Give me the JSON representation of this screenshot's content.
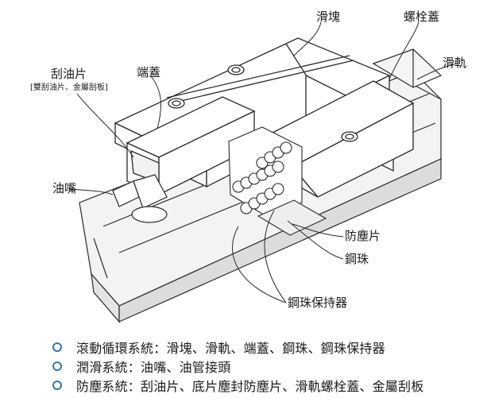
{
  "callouts": {
    "slider_block": "滑塊",
    "bolt_cap": "螺栓蓋",
    "rail": "滑軌",
    "scraper": "刮油片",
    "scraper_note": "[雙刮油片、金屬刮板]",
    "end_cap": "端蓋",
    "grease_nipple": "油嘴",
    "dust_seal": "防塵片",
    "steel_ball": "鋼珠",
    "ball_retainer": "鋼珠保持器"
  },
  "legend": [
    {
      "text": "滾動循環系統：滑塊、滑軌、端蓋、鋼珠、鋼珠保持器"
    },
    {
      "text": "潤滑系統：油嘴、油管接頭"
    },
    {
      "text": "防塵系統：刮油片、底片塵封防塵片、滑軌螺栓蓋、金屬刮板"
    }
  ],
  "watermark": "",
  "colors": {
    "line": "#2a2a2a",
    "bullet": "#2f78b8",
    "rail_shade": "#e6e6e6"
  }
}
